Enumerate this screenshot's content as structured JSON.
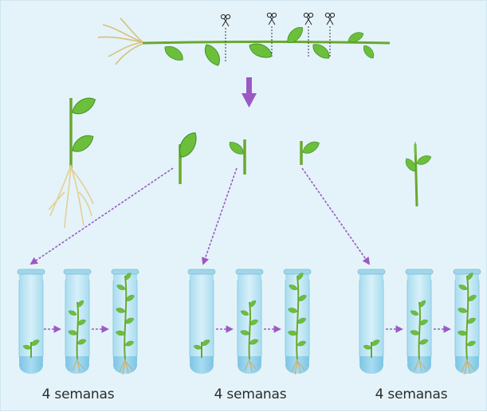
{
  "diagram": {
    "captions": [
      "4 semanas",
      "4 semanas",
      "4 semanas"
    ],
    "colors": {
      "background": "#e4f3fa",
      "arrow": "#9b59c4",
      "leaf": "#6cbf3a",
      "leaf_dark": "#3f8f26",
      "stem": "#6aa82e",
      "root": "#e3cf93",
      "tube_glass": "#bfe5f3",
      "tube_medium": "#8fd0ea"
    },
    "icons": {
      "cut": "scissors-icon",
      "flow": "arrow-down-icon"
    }
  }
}
